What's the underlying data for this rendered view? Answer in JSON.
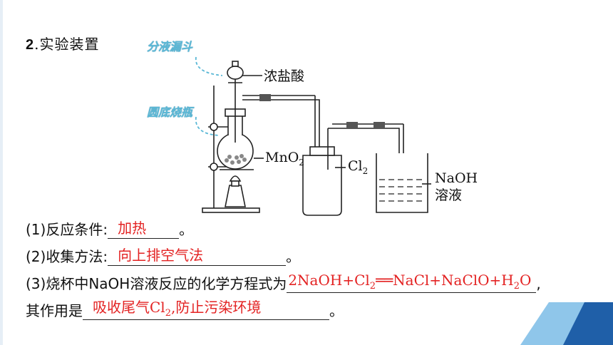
{
  "heading": {
    "number": "2",
    "text": ".实验装置"
  },
  "labels": {
    "acid": "浓盐酸",
    "mno2": "MnO",
    "mno2_sub": "2",
    "cl2": "Cl",
    "cl2_sub": "2",
    "naoh_line1": "NaOH",
    "naoh_line2": "溶液",
    "callout_funnel": "分液漏斗",
    "callout_flask": "圆底烧瓶"
  },
  "questions": {
    "q1": {
      "prefix": "(1)反应条件:",
      "answer": "加热",
      "suffix": "。"
    },
    "q2": {
      "prefix": "(2)收集方法:",
      "answer": "向上排空气法",
      "suffix": "。"
    },
    "q3": {
      "prefix": "(3)烧杯中NaOH溶液反应的化学方程式为",
      "eq_part1": "2NaOH+Cl",
      "eq_sub1": "2",
      "eq_part2": "══NaCl+NaClO+H",
      "eq_sub2": "2",
      "eq_part3": "O",
      "suffix": ",",
      "line2_prefix": "其作用是",
      "answer2_part1": "吸收尾气Cl",
      "answer2_sub": "2",
      "answer2_part2": ",防止污染环境",
      "line2_suffix": "。"
    }
  },
  "colors": {
    "answer": "#e32222",
    "callout": "#5bb8d6",
    "accent_dark": "#1f5fa8",
    "accent_light": "#8fc6ea"
  }
}
